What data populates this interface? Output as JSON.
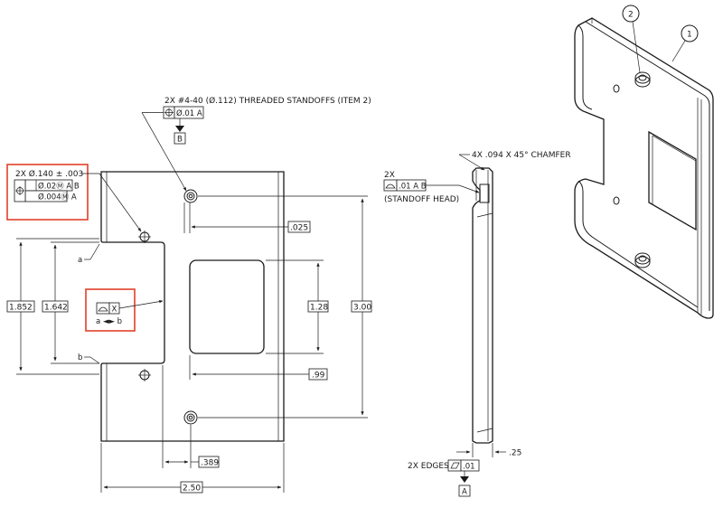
{
  "views": {
    "front": {
      "callout_holes_qty": "2X Ø.140 ± .003",
      "callout_holes_pos_primary": "Ø.02Ⓜ A B",
      "callout_holes_pos_secondary": "Ø.004Ⓜ A",
      "standoff_note": "2X #4-40 (Ø.112) THREADED STANDOFFS (ITEM 2)",
      "standoff_fcf": "Ø.01 A",
      "datum_b": "B",
      "profile_fcf_datum": "X",
      "profile_between": "a ◄► b",
      "label_a": "a",
      "label_b": "b",
      "dims": {
        "overall_height": "1.852",
        "notch_height": "1.642",
        "standoff_offset": ".025",
        "cutout_height": "1.28",
        "standoff_spacing": "3.00",
        "cutout_offset": ".99",
        "standoff_x": ".389",
        "overall_width": "2.50"
      }
    },
    "side": {
      "chamfer_note": "4X .094 X 45° CHAMFER",
      "flatness_qty": "2X",
      "flatness_fcf": ".01 A B",
      "flatness_note": "(STANDOFF HEAD)",
      "edges_note": "2X EDGES",
      "edges_fcf": ".01",
      "datum_a": "A",
      "thickness_dim": ".25"
    },
    "iso": {
      "balloon_1": "1",
      "balloon_2": "2"
    }
  }
}
